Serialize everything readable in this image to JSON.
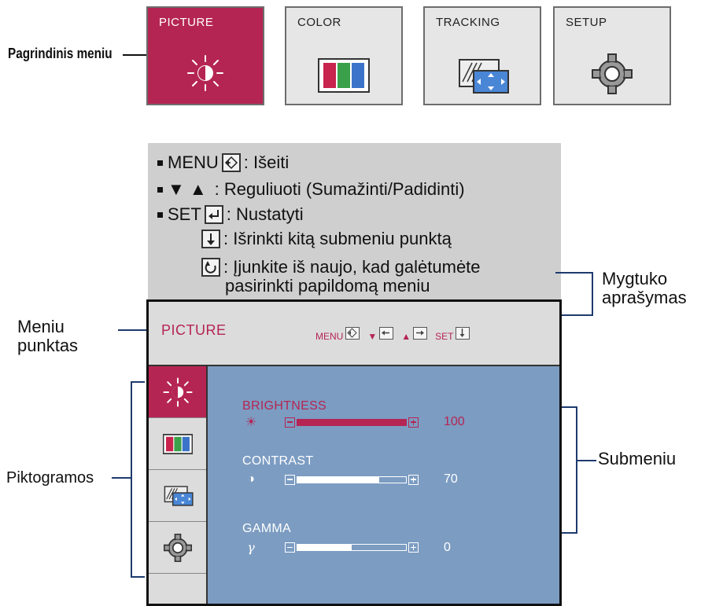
{
  "main_menu": {
    "callout": "Pagrindinis meniu",
    "tiles": [
      {
        "label": "PICTURE",
        "icon": "brightness-icon",
        "active": true
      },
      {
        "label": "COLOR",
        "icon": "color-bars-icon",
        "active": false
      },
      {
        "label": "TRACKING",
        "icon": "tracking-icon",
        "active": false
      },
      {
        "label": "SETUP",
        "icon": "gear-icon",
        "active": false
      }
    ]
  },
  "button_description": {
    "lines": [
      {
        "prefix": "MENU",
        "key_icon": "exit-key-icon",
        "text": ": Išeiti"
      },
      {
        "prefix": "▼ ▲",
        "key_icon": "",
        "text": ": Reguliuoti (Sumažinti/Padidinti)"
      },
      {
        "prefix": "SET",
        "key_icon": "enter-key-icon",
        "text": ": Nustatyti"
      },
      {
        "prefix": "",
        "key_icon": "down-arrow-key-icon",
        "text": ": Išrinkti kitą submeniu punktą"
      },
      {
        "prefix": "",
        "key_icon": "return-key-icon",
        "text": ": Įjunkite iš naujo, kad galėtumėte"
      },
      {
        "prefix": "",
        "key_icon": "",
        "text": "pasirinkti papildomą meniu"
      }
    ],
    "callout": [
      "Mygtuko",
      "aprašymas"
    ]
  },
  "osd": {
    "title": "PICTURE",
    "keys": {
      "menu": "MENU",
      "set": "SET",
      "down": "▼",
      "up": "▲"
    },
    "submenu": [
      {
        "label": "BRIGHTNESS",
        "icon": "☀",
        "value": "100",
        "level": 1.0,
        "active": true
      },
      {
        "label": "CONTRAST",
        "icon": "◑",
        "value": "70",
        "level": 0.75,
        "active": false
      },
      {
        "label": "GAMMA",
        "icon": "γ",
        "value": "0",
        "level": 0.5,
        "active": false
      }
    ]
  },
  "callouts": {
    "menu_item": [
      "Meniu",
      "punktas"
    ],
    "icons": "Piktogramos",
    "submenu": "Submeniu"
  },
  "colors": {
    "accent": "#b52553",
    "osd_blue": "#7c9cc2",
    "panel_gray": "#cfcfcf"
  }
}
